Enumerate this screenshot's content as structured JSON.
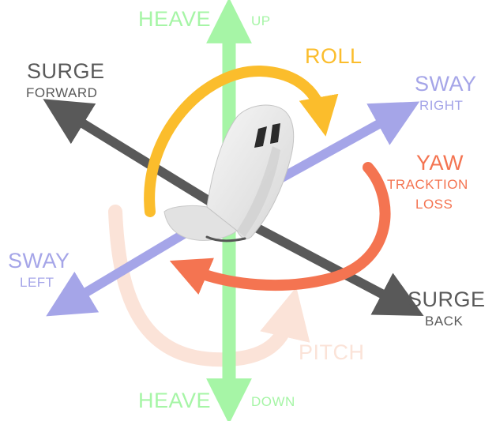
{
  "colors": {
    "heave": "#a6f5a6",
    "surge": "#595959",
    "sway": "#a5a5e8",
    "roll": "#fbbd2c",
    "yaw": "#f47451",
    "pitch": "#fbe3d8",
    "seat": "#ececec"
  },
  "labels": {
    "heave_top": "HEAVE",
    "heave_up": "UP",
    "heave_bottom": "HEAVE",
    "heave_down": "DOWN",
    "surge_forward_title": "SURGE",
    "surge_forward_sub": "FORWARD",
    "surge_back_title": "SURGE",
    "surge_back_sub": "BACK",
    "sway_right_title": "SWAY",
    "sway_right_sub": "RIGHT",
    "sway_left_title": "SWAY",
    "sway_left_sub": "LEFT",
    "roll": "ROLL",
    "yaw_title": "YAW",
    "yaw_sub1": "TRACKTION",
    "yaw_sub2": "LOSS",
    "pitch": "PITCH"
  },
  "icons": [
    "racing-seat-icon"
  ]
}
